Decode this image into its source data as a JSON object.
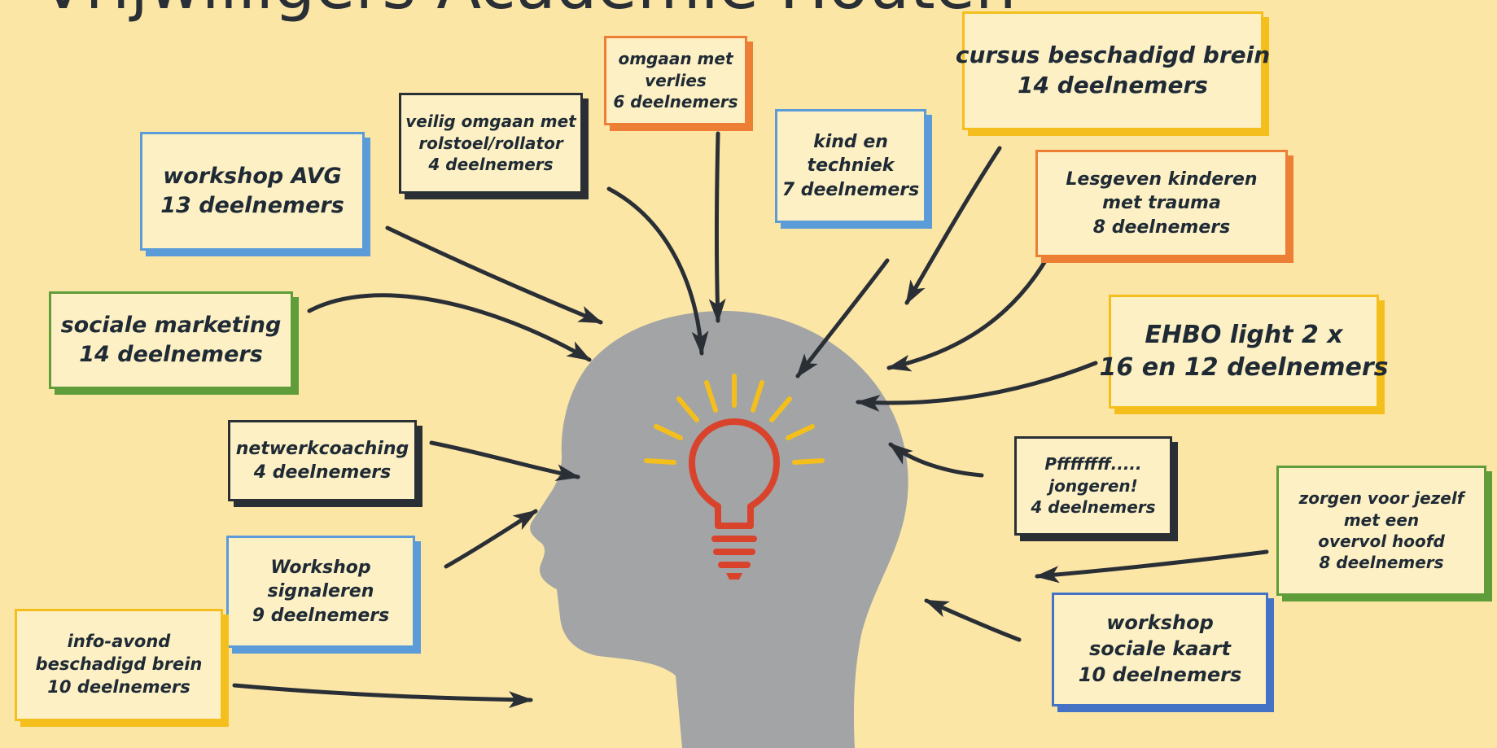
{
  "title": "Vrijwilligers Academie Houten",
  "colors": {
    "background": "#fce6a6",
    "card_fill": "#fcf0c4",
    "head": "#a2a4a6",
    "bulb": "#d9432c",
    "rays": "#f4bf1d",
    "arrows": "#2a2f36",
    "blue": "#5a9bd8",
    "navy": "#2a2f36",
    "orange": "#ec7e36",
    "yellow": "#f4bf1d",
    "green": "#5f9c3a",
    "royal": "#4472c4"
  },
  "icons": [
    "head-silhouette-icon",
    "light-bulb-icon",
    "arrow-icon"
  ],
  "cards": [
    {
      "id": "workshop-avg",
      "lines": [
        "workshop AVG",
        "13 deelnemers"
      ],
      "color": "blue"
    },
    {
      "id": "rolstoel",
      "lines": [
        "veilig omgaan met",
        "rolstoel/rollator",
        "4 deelnemers"
      ],
      "color": "navy"
    },
    {
      "id": "verlies",
      "lines": [
        "omgaan met",
        "verlies",
        "6 deelnemers"
      ],
      "color": "orange"
    },
    {
      "id": "kind-techniek",
      "lines": [
        "kind en",
        "techniek",
        "7 deelnemers"
      ],
      "color": "blue"
    },
    {
      "id": "beschadigd-brein",
      "lines": [
        "cursus beschadigd brein",
        "14 deelnemers"
      ],
      "color": "yellow"
    },
    {
      "id": "trauma",
      "lines": [
        "Lesgeven kinderen",
        "met trauma",
        "8 deelnemers"
      ],
      "color": "orange"
    },
    {
      "id": "sociale-marketing",
      "lines": [
        "sociale marketing",
        "14 deelnemers"
      ],
      "color": "green"
    },
    {
      "id": "ehbo",
      "lines": [
        "EHBO light 2 x",
        "16 en 12 deelnemers"
      ],
      "color": "yellow"
    },
    {
      "id": "netwerkcoaching",
      "lines": [
        "netwerkcoaching",
        "4 deelnemers"
      ],
      "color": "navy"
    },
    {
      "id": "jongeren",
      "lines": [
        "Pffffffff.....",
        "jongeren!",
        "4 deelnemers"
      ],
      "color": "navy"
    },
    {
      "id": "signaleren",
      "lines": [
        "Workshop",
        "signaleren",
        "9 deelnemers"
      ],
      "color": "blue"
    },
    {
      "id": "overvol-hoofd",
      "lines": [
        "zorgen voor jezelf",
        "met een",
        "overvol hoofd",
        "8 deelnemers"
      ],
      "color": "green"
    },
    {
      "id": "info-avond",
      "lines": [
        "info-avond",
        "beschadigd brein",
        "10 deelnemers"
      ],
      "color": "yellow"
    },
    {
      "id": "sociale-kaart",
      "lines": [
        "workshop",
        "sociale kaart",
        "10 deelnemers"
      ],
      "color": "royal"
    }
  ]
}
